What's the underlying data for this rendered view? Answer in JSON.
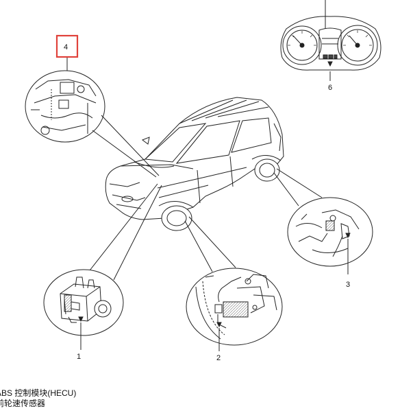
{
  "callouts": [
    {
      "id": "1",
      "label": "1"
    },
    {
      "id": "2",
      "label": "2"
    },
    {
      "id": "3",
      "label": "3"
    },
    {
      "id": "4",
      "label": "4"
    },
    {
      "id": "6",
      "label": "6"
    }
  ],
  "legend": [
    {
      "text": "ABS 控制模块(HECU)"
    },
    {
      "text": "前轮速传感器"
    }
  ],
  "colors": {
    "line": "#222222",
    "highlight": "#e0413a"
  }
}
